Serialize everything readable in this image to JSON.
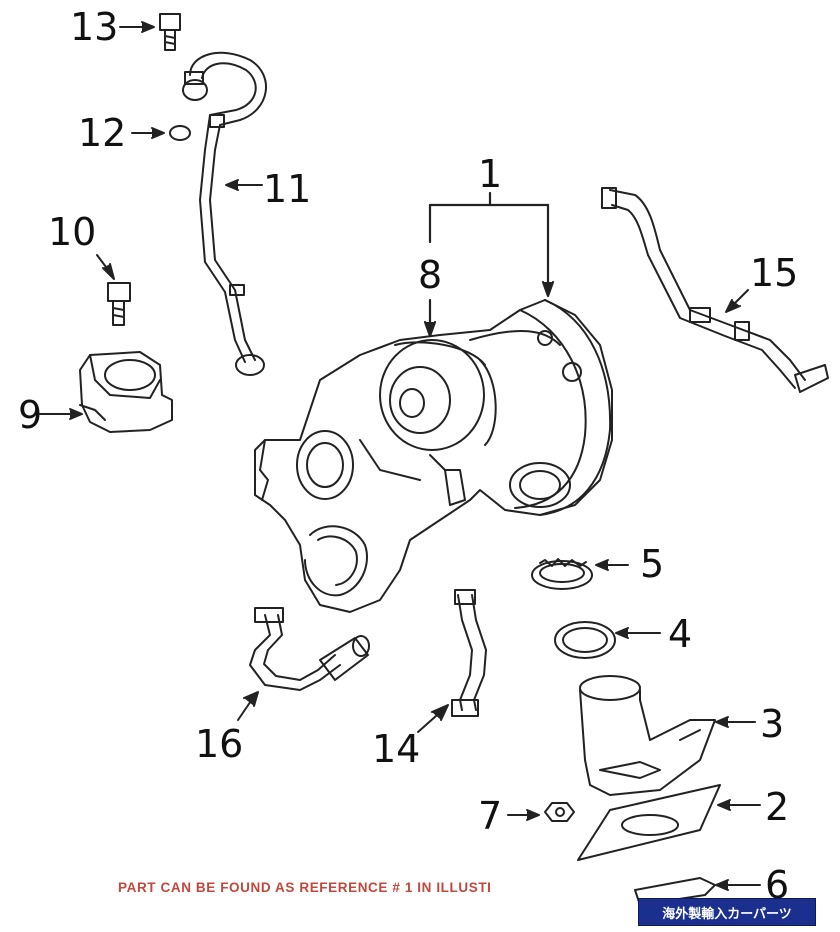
{
  "callouts": {
    "c1": "1",
    "c2": "2",
    "c3": "3",
    "c4": "4",
    "c5": "5",
    "c6": "6",
    "c7": "7",
    "c8": "8",
    "c9": "9",
    "c10": "10",
    "c11": "11",
    "c12": "12",
    "c13": "13",
    "c14": "14",
    "c15": "15",
    "c16": "16"
  },
  "note": "PART CAN BE FOUND AS REFERENCE # 1 IN ILLUSTI",
  "badge": "海外製輸入カーパーツ",
  "colors": {
    "line": "#222222",
    "note": "#c2473c",
    "badge": "#1b2f8f"
  }
}
